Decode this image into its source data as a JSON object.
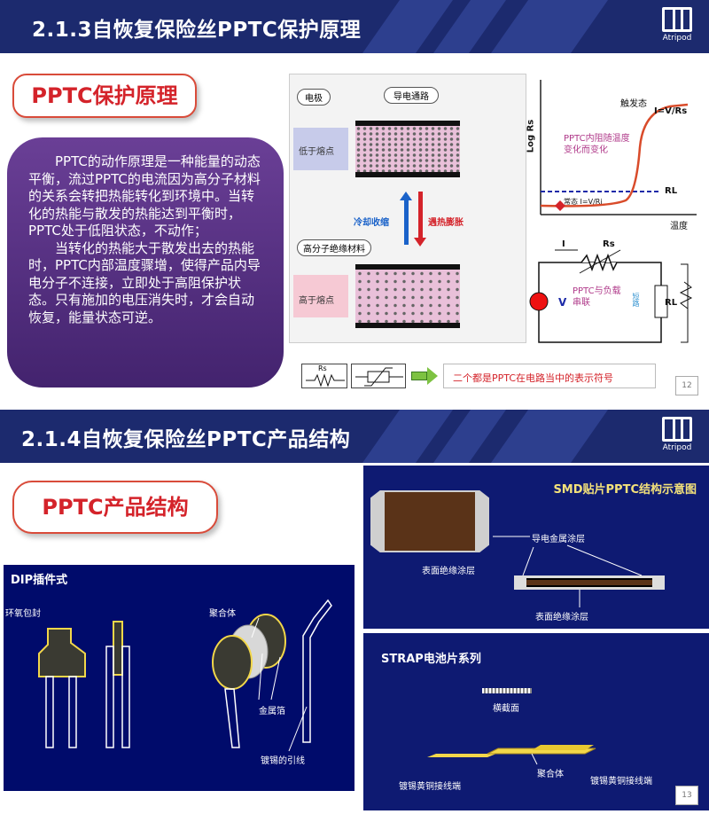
{
  "slide1": {
    "title": "2.1.3自恢复保险丝PPTC保护原理",
    "logo_text": "Atripod",
    "section_title": "PPTC保护原理",
    "body_p1": "PPTC的动作原理是一种能量的动态平衡，流过PPTC的电流因为高分子材料的关系会转把热能转化到环境中。当转化的热能与散发的热能达到平衡时，PPTC处于低阻状态，不动作；",
    "body_p2": "当转化的热能大于散发出去的热能时，PPTC内部温度骤增，使得产品内导电分子不连接，立即处于高阻保护状态。只有施加的电压消失时，才会自动恢复，能量状态可逆。",
    "diagram": {
      "electrode": "电极",
      "conductive_path": "导电通路",
      "below_melting": "低于熔点",
      "above_melting": "高于熔点",
      "cool_shrink": "冷却收缩",
      "heat_expand": "遇热膨胀",
      "polymer_insulator": "高分子绝缘材料"
    },
    "graph": {
      "ylabel": "Log Rs",
      "xlabel": "温度",
      "trip_state": "触发态",
      "trip_eq": "I=V/Rs",
      "normal_state": "常态 I=V/Ri",
      "note": "PPTC内阻随温度变化而变化",
      "rl": "RL"
    },
    "circuit": {
      "current": "I",
      "rs": "Rs",
      "v": "V",
      "note": "PPTC与负载串联",
      "short": "短路",
      "rl": "RL"
    },
    "symbol_rs": "Rs",
    "symbol_note": "二个都是PPTC在电路当中的表示符号",
    "page_num": "12"
  },
  "slide2": {
    "title": "2.1.4自恢复保险丝PPTC产品结构",
    "logo_text": "Atripod",
    "section_title": "PPTC产品结构",
    "dip": {
      "title": "DIP插件式",
      "epoxy": "环氧包封",
      "composite": "聚合体",
      "foil": "金属箔",
      "leads": "镀锡的引线"
    },
    "smd": {
      "title": "SMD贴片PPTC结构示意图",
      "metal_coating": "导电金属涂层",
      "insulation1": "表面绝缘涂层",
      "insulation2": "表面绝缘涂层"
    },
    "strap": {
      "title": "STRAP电池片系列",
      "cross_section": "横截面",
      "composite": "聚合体",
      "terminal_left": "镀锡黄铜接线端",
      "terminal_right": "镀锡黄铜接线端"
    },
    "page_num": "13"
  },
  "colors": {
    "header": "#1c2a6e",
    "accent_red": "#d4232a",
    "bubble": "#5a318a",
    "panel": "#0e1a72"
  }
}
